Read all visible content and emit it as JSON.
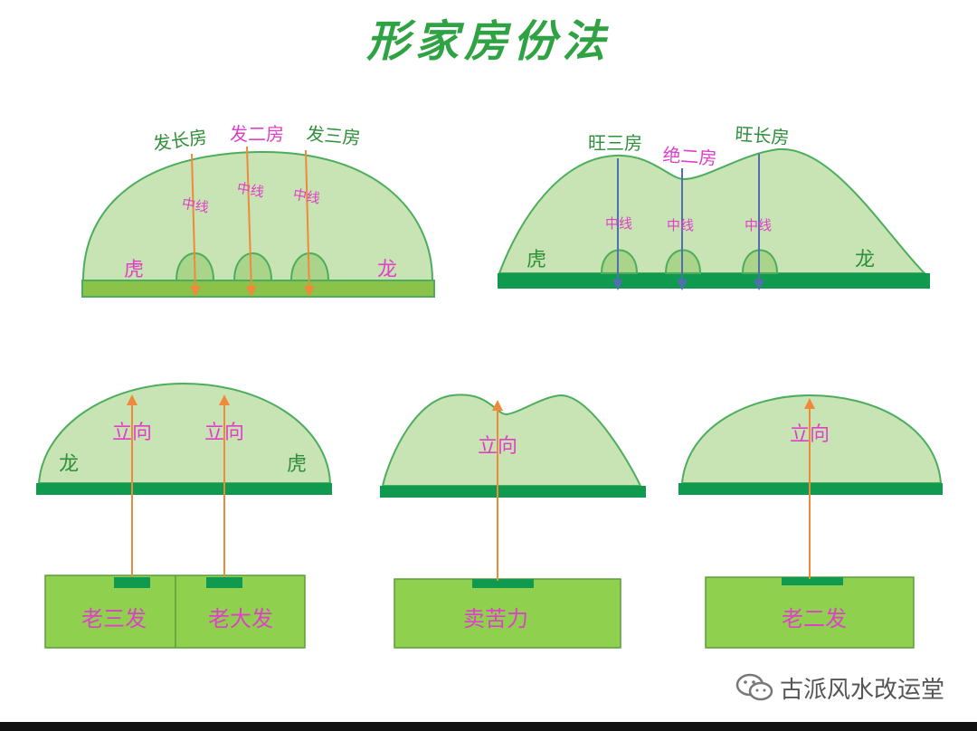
{
  "title": "形家房份法",
  "colors": {
    "title": "#2fa344",
    "mound_fill": "#c8e3b4",
    "mound_stroke": "#4cae5c",
    "base_dark": "#0f9a4f",
    "base_light": "#8bc34a",
    "house_fill": "#8fd14f",
    "label_pink": "#e040c8",
    "label_green": "#2f8f3a",
    "arrow_orange": "#ef8a3c",
    "line_blue": "#4f6fb0"
  },
  "top_left": {
    "houses": [
      "发长房",
      "发二房",
      "发三房"
    ],
    "center_line_label": "中线",
    "tiger": "虎",
    "dragon": "龙"
  },
  "top_right": {
    "houses": [
      "旺三房",
      "绝二房",
      "旺长房"
    ],
    "center_line_label": "中线",
    "tiger": "虎",
    "dragon": "龙"
  },
  "bottom_left": {
    "direction": "立向",
    "dragon": "龙",
    "tiger": "虎",
    "rooms": [
      "老三发",
      "老大发"
    ]
  },
  "bottom_middle": {
    "direction": "立向",
    "room": "卖苦力"
  },
  "bottom_right": {
    "direction": "立向",
    "room": "老二发"
  },
  "watermark": "古派风水改运堂"
}
